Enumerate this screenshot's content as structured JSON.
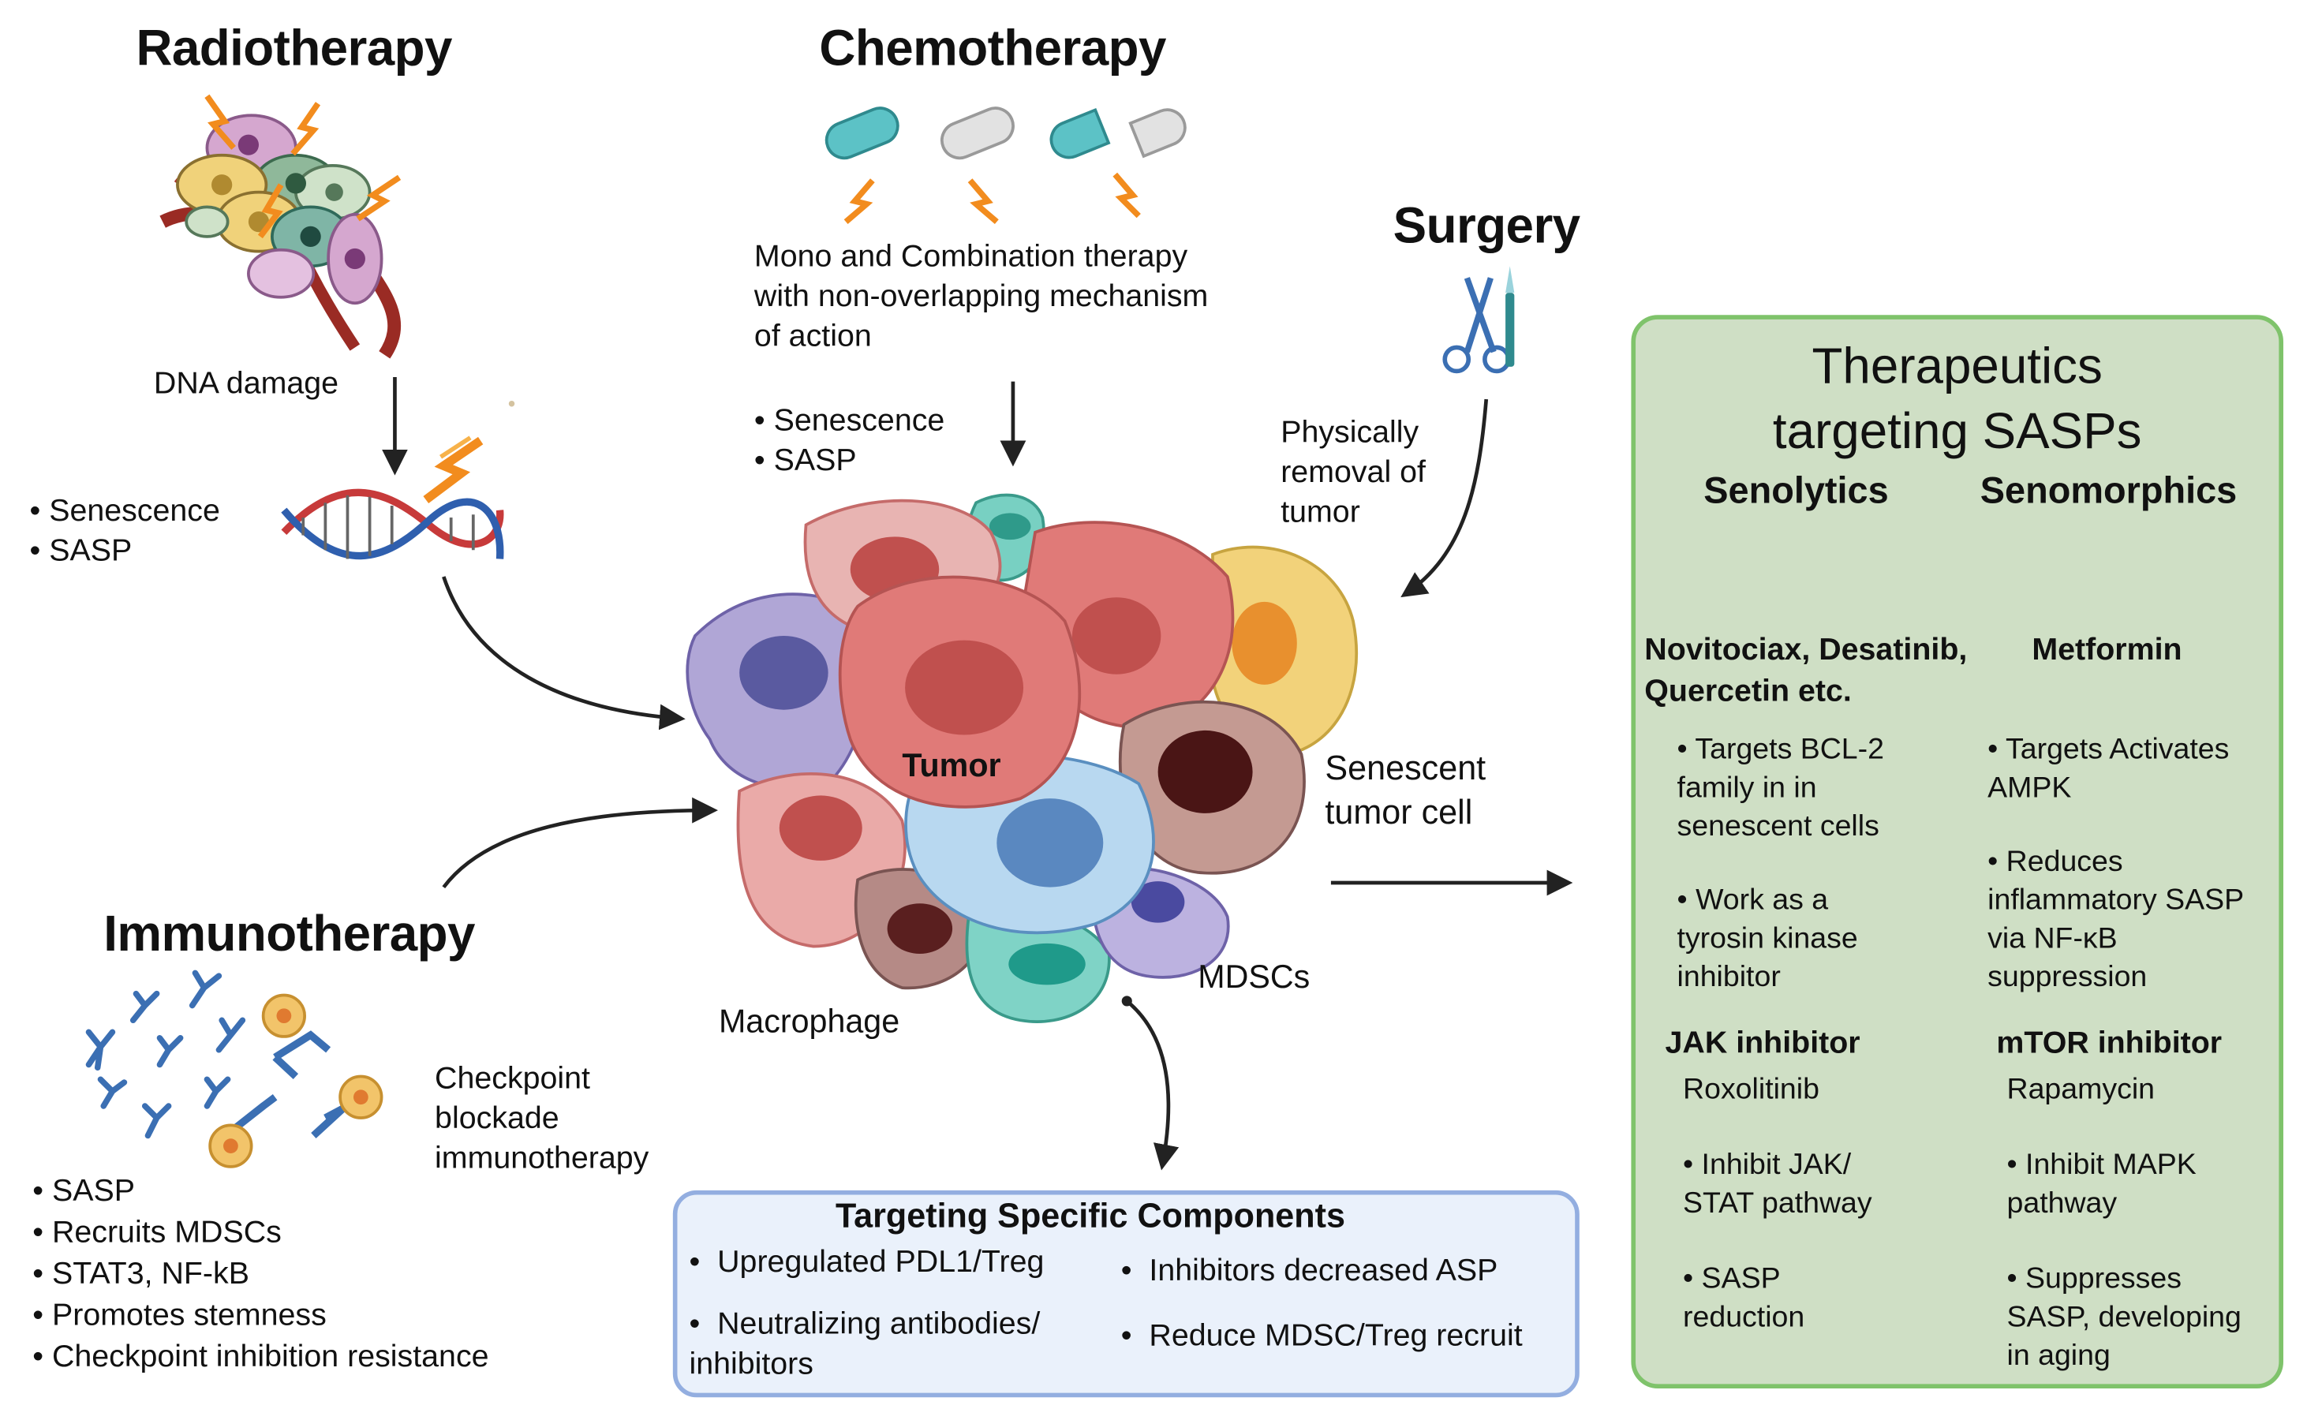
{
  "headings": {
    "radiotherapy": "Radiotherapy",
    "chemotherapy": "Chemotherapy",
    "surgery": "Surgery",
    "immunotherapy": "Immunotherapy"
  },
  "radiotherapy": {
    "dna_damage": "DNA damage",
    "outcomes": [
      "• Senescence",
      "• SASP"
    ]
  },
  "chemotherapy": {
    "description": [
      "Mono and Combination therapy",
      "with non-overlapping mechanism",
      "of action"
    ],
    "outcomes": [
      "• Senescence",
      "• SASP"
    ]
  },
  "surgery": {
    "description": [
      "Physically",
      "removal of",
      "tumor"
    ]
  },
  "immunotherapy": {
    "checkpoint": [
      "Checkpoint",
      "blockade",
      "immunotherapy"
    ],
    "effects": [
      "• SASP",
      "• Recruits MDSCs",
      "• STAT3, NF-kB",
      "• Promotes stemness",
      "• Checkpoint inhibition resistance"
    ]
  },
  "tumor": {
    "tumor_label": "Tumor",
    "senescent_label": [
      "Senescent",
      "tumor cell"
    ],
    "mdsc_label": "MDSCs",
    "macrophage_label": "Macrophage"
  },
  "targeting": {
    "title": "Targeting Specific Components",
    "item1": "Upregulated PDL1/Treg",
    "item2": [
      "Neutralizing antibodies/",
      "inhibitors"
    ],
    "item3": "Inhibitors decreased ASP",
    "item4": "Reduce MDSC/Treg recruit"
  },
  "therapeutics": {
    "title": [
      "Therapeutics",
      "targeting SASPs"
    ],
    "senolytics": {
      "title": "Senolytics",
      "drugs": [
        "Novitociax, Desatinib,",
        "Quercetin etc."
      ],
      "points": [
        [
          "• Targets BCL-2",
          "family in in",
          "senescent cells"
        ],
        [
          "• Work as a",
          "tyrosin kinase",
          "inhibitor"
        ]
      ]
    },
    "senomorphics": {
      "title": "Senomorphics",
      "drugs": [
        "Metformin"
      ],
      "points": [
        [
          "• Targets Activates",
          "AMPK"
        ],
        [
          "• Reduces",
          "inflammatory SASP",
          "via NF-κB",
          "suppression"
        ]
      ]
    },
    "jak": {
      "title": "JAK inhibitor",
      "drug": "Roxolitinib",
      "points": [
        [
          "• Inhibit JAK/",
          "STAT pathway"
        ],
        [
          "• SASP",
          "reduction"
        ]
      ]
    },
    "mtor": {
      "title": "mTOR inhibitor",
      "drug": "Rapamycin",
      "points": [
        [
          "• Inhibit MAPK",
          "pathway"
        ],
        [
          "• Suppresses",
          "SASP, developing",
          "in aging"
        ]
      ]
    }
  },
  "colors": {
    "panel_fill": "#cfdfc5",
    "panel_border": "#7fc36b",
    "box_fill": "#eaf1fb",
    "box_border": "#93aee0",
    "lightning": "#f28c1e",
    "pill_teal": "#5cc2c6",
    "tumor_red": "#e07a78"
  }
}
